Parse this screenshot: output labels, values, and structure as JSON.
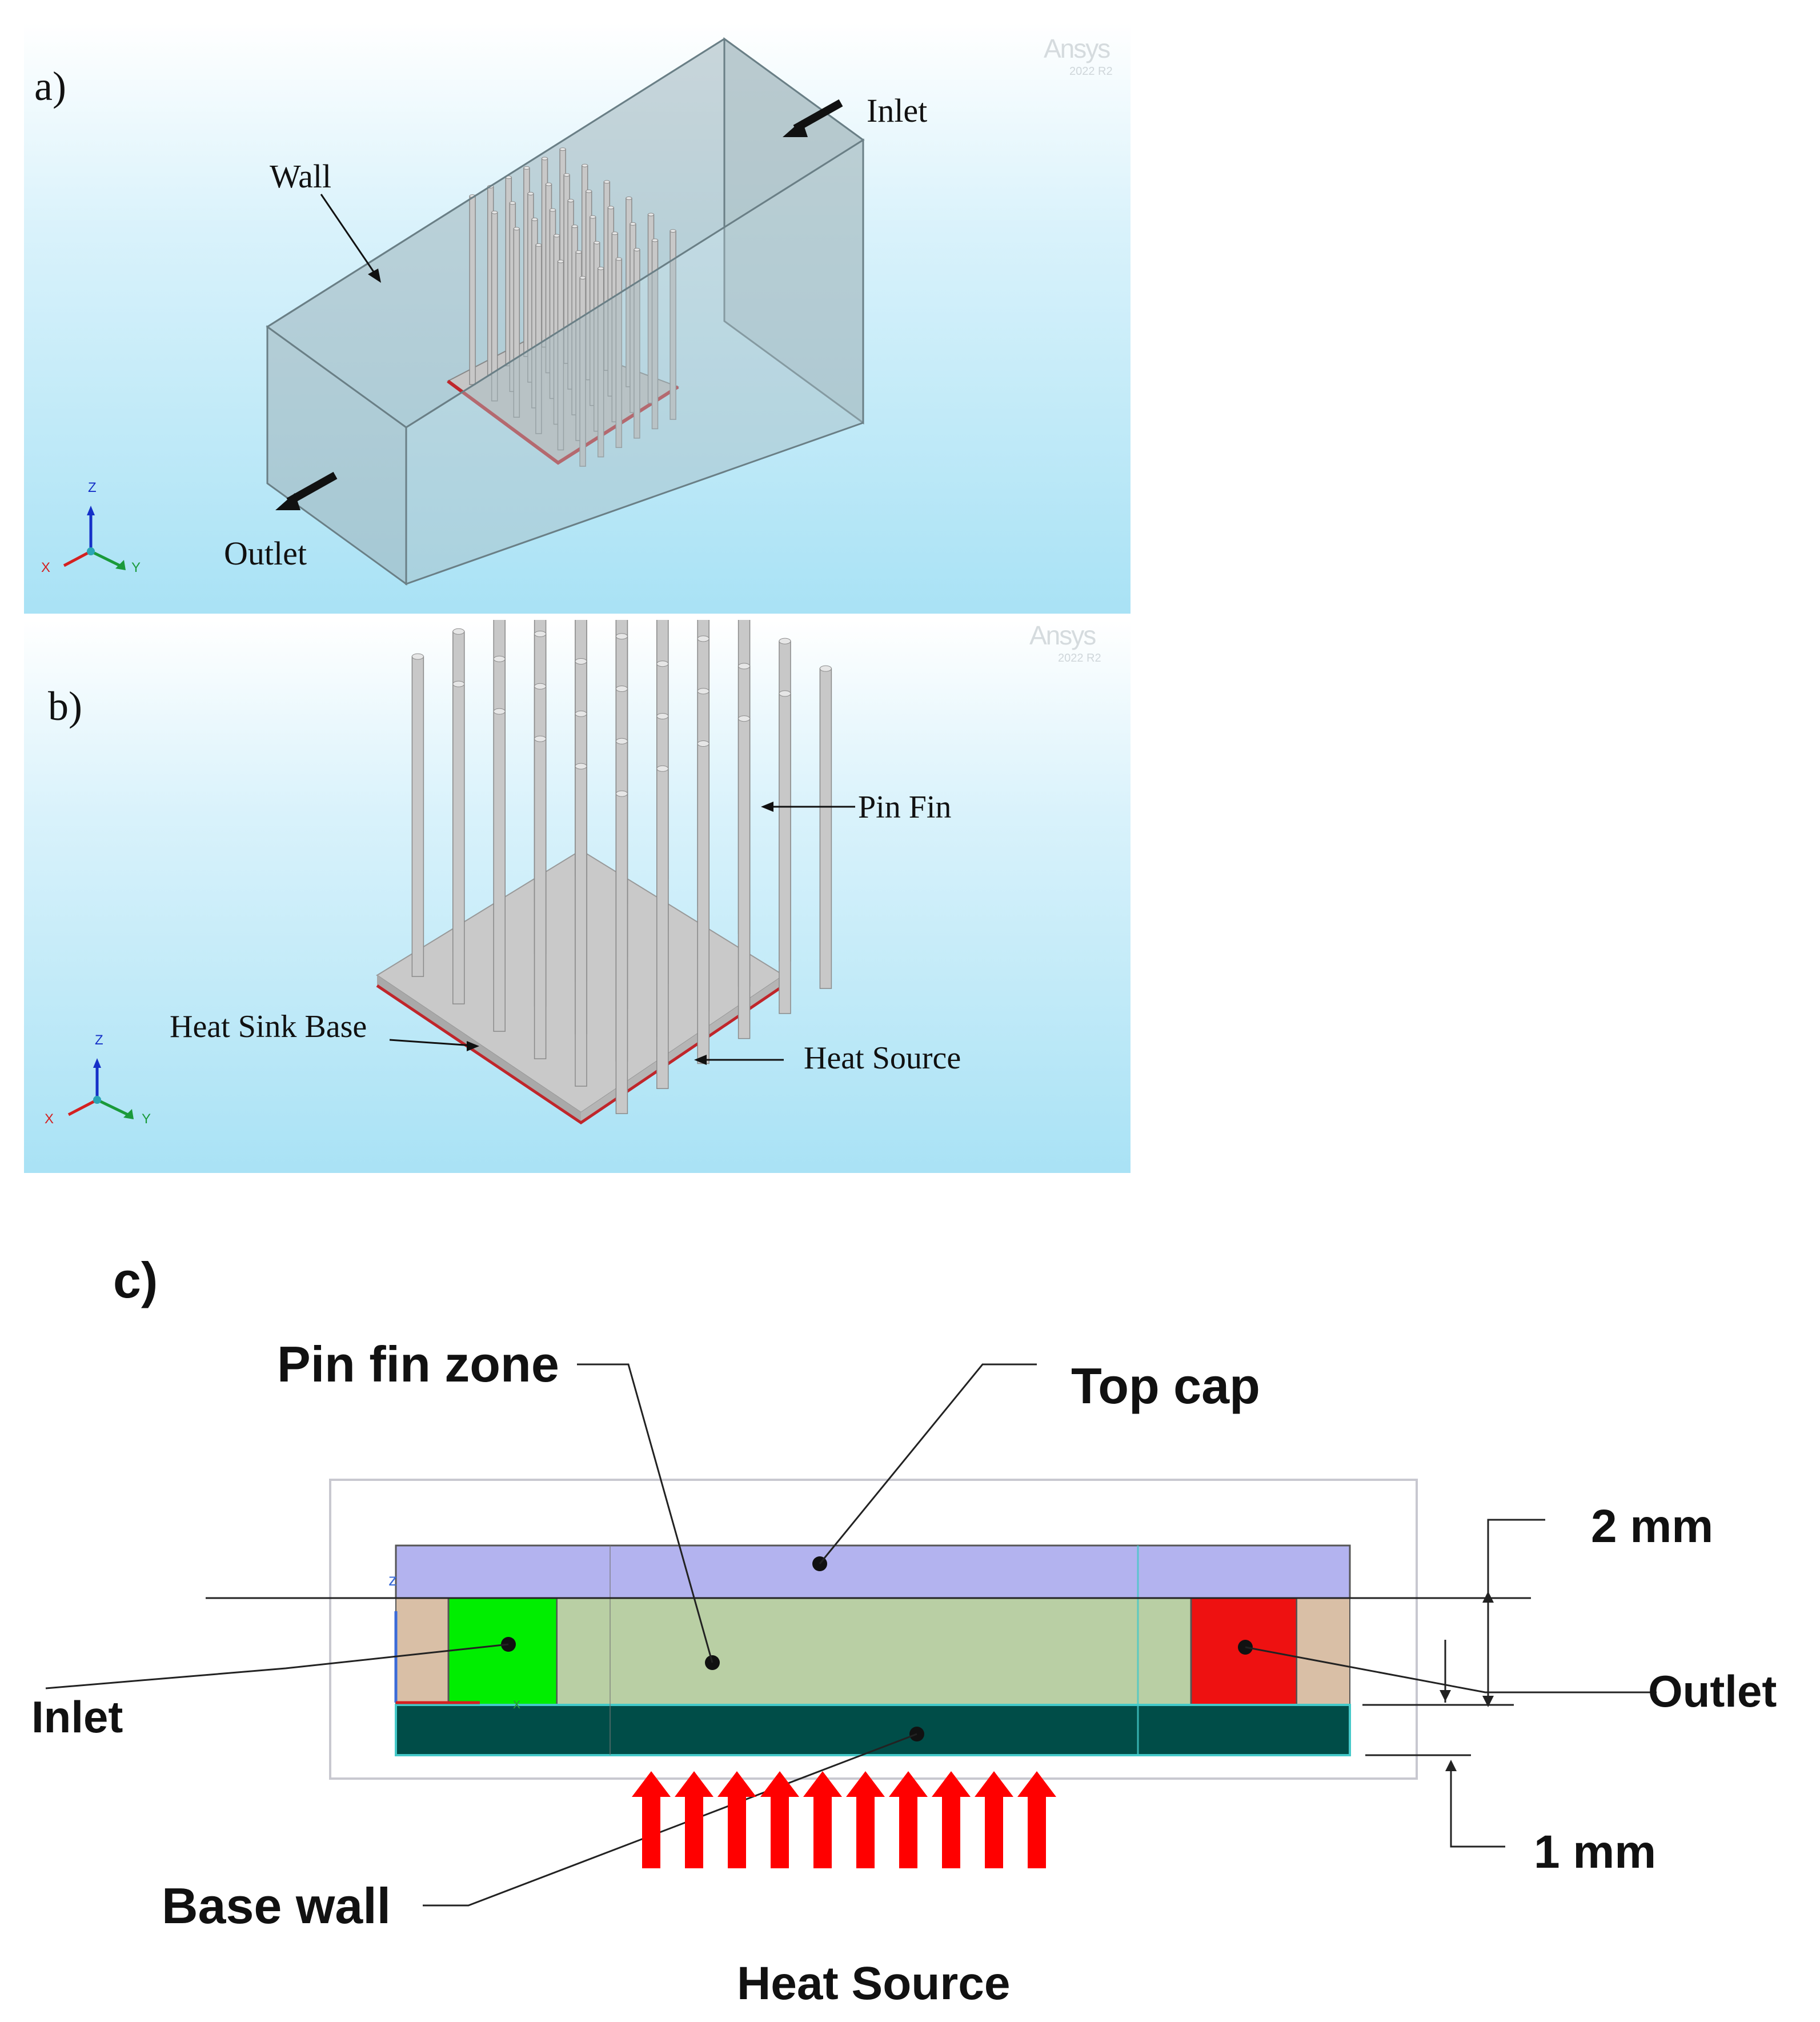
{
  "panel_a": {
    "label": "a)",
    "watermark": "Ansys",
    "watermark_sub": "2022 R2",
    "labels": {
      "wall": "Wall",
      "inlet": "Inlet",
      "outlet": "Outlet"
    },
    "triad": {
      "x": "X",
      "y": "Y",
      "z": "Z"
    }
  },
  "panel_b": {
    "label": "b)",
    "watermark": "Ansys",
    "watermark_sub": "2022 R2",
    "labels": {
      "pin_fin": "Pin Fin",
      "heat_sink_base": "Heat Sink Base",
      "heat_source": "Heat Source"
    },
    "triad": {
      "x": "X",
      "y": "Y",
      "z": "Z"
    }
  },
  "panel_c": {
    "label": "c)",
    "labels": {
      "pin_fin_zone": "Pin fin zone",
      "top_cap": "Top cap",
      "inlet": "Inlet",
      "outlet": "Outlet",
      "base_wall": "Base wall",
      "heat_source": "Heat Source",
      "dim_top": "2 mm",
      "dim_bottom": "1 mm"
    },
    "colors": {
      "top_cap": "#b3b3ef",
      "pin_fin_zone": "#b9cfa4",
      "inlet": "#00ee00",
      "outlet": "#ee1111",
      "side": "#d9bfa6",
      "base_wall": "#004d48",
      "heat_arrow": "#ff0000"
    }
  }
}
